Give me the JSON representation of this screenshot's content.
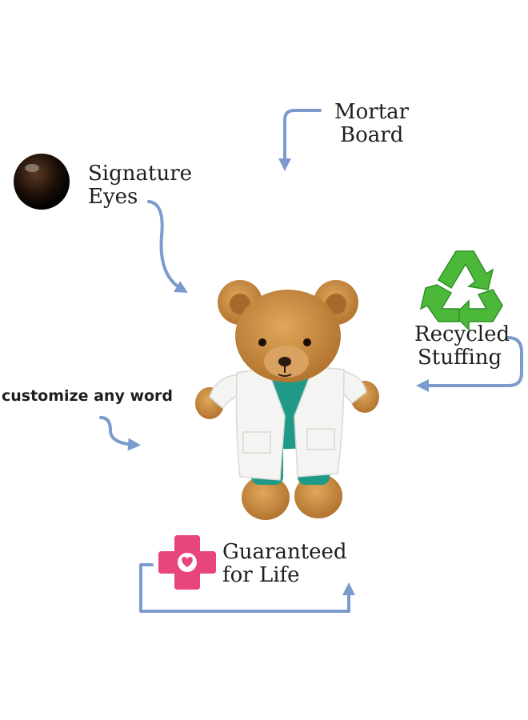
{
  "features": {
    "mortar_board": {
      "line1": "Mortar",
      "line2": "Board"
    },
    "signature_eyes": {
      "line1": "Signature",
      "line2": "Eyes"
    },
    "recycled_stuffing": {
      "line1": "Recycled",
      "line2": "Stuffing"
    },
    "customize": {
      "text": "customize any word"
    },
    "guaranteed": {
      "line1": "Guaranteed",
      "line2": "for Life"
    }
  },
  "colors": {
    "arrow": "#7b9bcc",
    "recycle_green": "#4cb83a",
    "cross_pink": "#e8457a",
    "bear_fur": "#c98c3a",
    "lab_coat": "#f4f4f2",
    "scrubs": "#1f9a86"
  },
  "icons": {
    "eye": "eye-bead-icon",
    "recycle": "recycle-icon",
    "medical_cross": "heart-cross-icon"
  }
}
